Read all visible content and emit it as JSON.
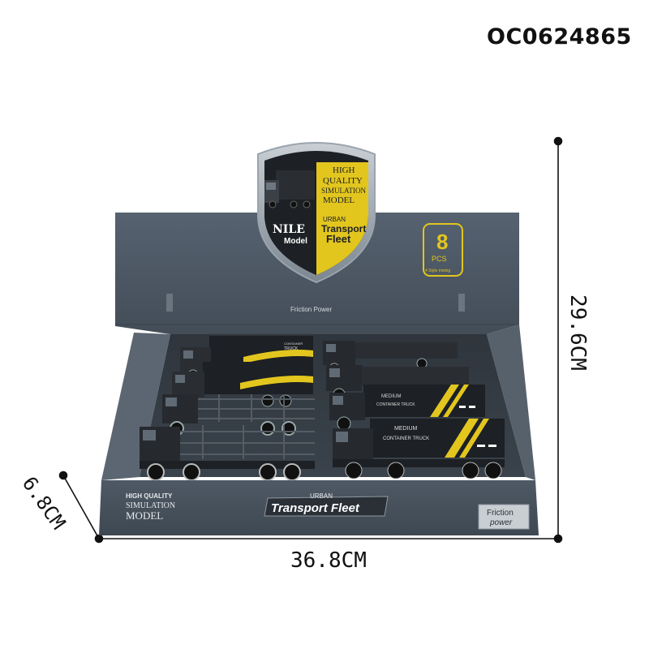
{
  "product_code": "OC0624865",
  "dimensions": {
    "width": "36.8CM",
    "height": "29.6CM",
    "depth": "6.8CM"
  },
  "badge": {
    "line1": "HIGH",
    "line2": "QUALITY",
    "line3": "SIMULATION",
    "line4": "MODEL",
    "brand": "NILE",
    "brand_sub": "Model",
    "series_small": "URBAN",
    "series_line1": "Transport",
    "series_line2": "Fleet"
  },
  "pcs": {
    "count": "8",
    "unit": "PCS",
    "note": "4 Style mixing"
  },
  "lid_caption": "Friction Power",
  "front": {
    "quality_line1": "HIGH QUALITY",
    "quality_line2": "SIMULATION",
    "quality_line3": "MODEL",
    "series_small": "URBAN",
    "series_name": "Transport Fleet",
    "friction_line1": "Friction",
    "friction_line2": "power"
  },
  "trucks": {
    "container_label_1": "CONTAINER",
    "container_label_2": "TRUCK",
    "medium_label_1": "MEDIUM",
    "medium_label_2": "CONTAINER TRUCK"
  },
  "colors": {
    "box_slate": "#4a5560",
    "accent_yellow": "#e2c61e",
    "truck_black": "#1d2024"
  }
}
